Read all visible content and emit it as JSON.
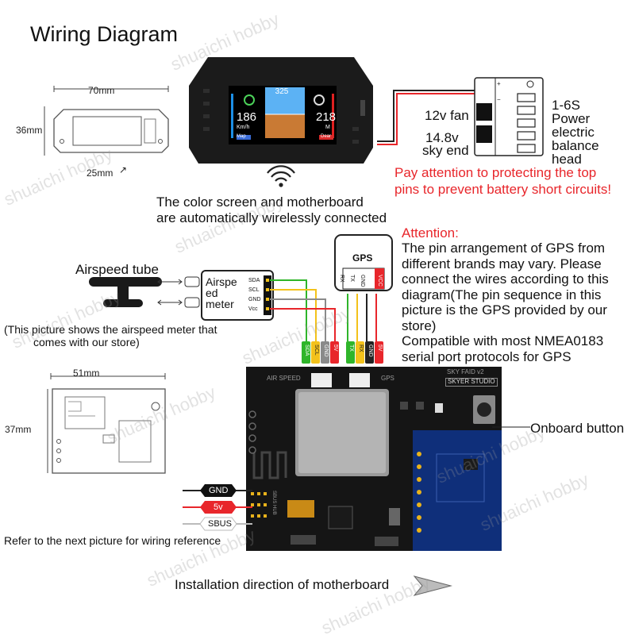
{
  "title": "Wiring Diagram",
  "watermark": "shuaichi hobby",
  "display_dims": {
    "width": "70mm",
    "height": "36mm",
    "screen": "25mm"
  },
  "board_dims": {
    "width": "51mm",
    "height": "37mm"
  },
  "display_screen": {
    "top_value": "325",
    "left_value": "186",
    "left_unit": "Km/h",
    "right_value": "218",
    "right_unit": "M",
    "left_tag": "Map",
    "right_tag": "Dear"
  },
  "wireless_note_line1": "The color screen and motherboard",
  "wireless_note_line2": "are automatically wirelessly connected",
  "balance": {
    "fan_label": "12v fan",
    "sky_end_line1": "14.8v",
    "sky_end_line2": "sky end",
    "head_lines": [
      "1-6S",
      "Power",
      "electric",
      "balance",
      "head"
    ],
    "warning_line1": "Pay attention to protecting the top",
    "warning_line2": "pins to prevent battery short circuits!"
  },
  "airspeed": {
    "tube_label": "Airspeed tube",
    "meter_label_lines": [
      "Airspe",
      "ed",
      "meter"
    ],
    "pins": [
      "SDA",
      "SCL",
      "GND",
      "Vcc"
    ],
    "note_line1": "(This picture shows the airspeed meter that",
    "note_line2": "comes with our store)"
  },
  "gps": {
    "label": "GPS",
    "pins": [
      "RX",
      "TX",
      "GND",
      "VCC"
    ],
    "attention_title": "Attention:",
    "attention_lines": [
      "The pin arrangement of GPS from",
      "different brands may vary. Please",
      "connect the wires according to this",
      "diagram(The pin sequence in this",
      "picture is the GPS provided by our",
      "store)",
      "Compatible with most NMEA0183",
      "serial port protocols for GPS"
    ]
  },
  "wire_tags": {
    "airspeed": [
      "SDA",
      "SCL",
      "GND",
      "5V"
    ],
    "gps": [
      "TX",
      "RX",
      "GND",
      "5V"
    ]
  },
  "motherboard": {
    "airspeed_port": "AIR SPEED",
    "gps_port": "GPS",
    "model": "SKY FAID v2",
    "brand": "SKYER STUDIO",
    "sbus_header": "SBUS HUB",
    "onboard_button": "Onboard button"
  },
  "sbus": {
    "labels": [
      "GND",
      "5v",
      "SBUS"
    ],
    "note": "Refer to the next picture for wiring reference"
  },
  "install_direction": "Installation direction of motherboard",
  "colors": {
    "red": "#e8262b",
    "yellow": "#f3c21b",
    "green": "#2fb52a",
    "wire_gray": "#8a8a8a",
    "board": "#151515",
    "blue_pcb": "#0f2f7a"
  }
}
